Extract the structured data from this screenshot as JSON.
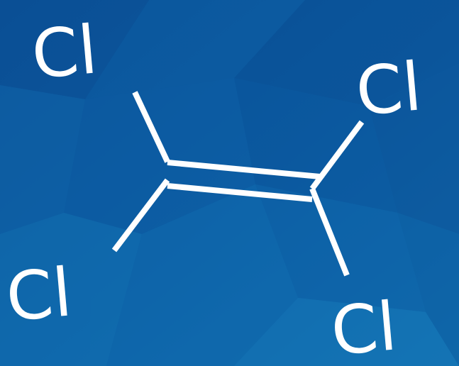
{
  "molecule": {
    "atoms": [
      {
        "id": "cl-top-left",
        "label": "Cl"
      },
      {
        "id": "cl-top-right",
        "label": "Cl"
      },
      {
        "id": "cl-bottom-left",
        "label": "Cl"
      },
      {
        "id": "cl-bottom-right",
        "label": "Cl"
      }
    ],
    "bonds": [
      {
        "from": "C1",
        "to": "C2",
        "order": 2
      },
      {
        "from": "C1",
        "to": "cl-top-left",
        "order": 1
      },
      {
        "from": "C1",
        "to": "cl-bottom-left",
        "order": 1
      },
      {
        "from": "C2",
        "to": "cl-top-right",
        "order": 1
      },
      {
        "from": "C2",
        "to": "cl-bottom-right",
        "order": 1
      }
    ]
  },
  "colors": {
    "background_dark": "#06468a",
    "background_mid": "#0b5ea6",
    "background_light": "#1778b8",
    "foreground": "#ffffff"
  }
}
